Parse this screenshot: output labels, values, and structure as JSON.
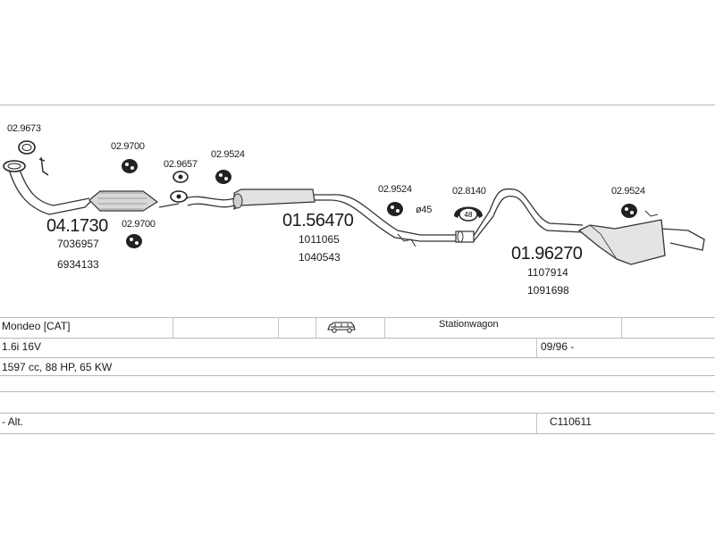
{
  "diagram": {
    "labels": {
      "p_029673": "02.9673",
      "p_029700_top": "02.9700",
      "p_029657": "02.9657",
      "p_029524_a": "02.9524",
      "p_029524_b": "02.9524",
      "p_028140": "02.8140",
      "p_029524_c": "02.9524",
      "p_029700_bottom": "02.9700",
      "size_45": "ø45"
    },
    "main_parts": [
      {
        "number": "04.1730",
        "refs": [
          "7036957",
          "6934133"
        ]
      },
      {
        "number": "01.56470",
        "refs": [
          "1011065",
          "1040543"
        ]
      },
      {
        "number": "01.96270",
        "refs": [
          "1107914",
          "1091698"
        ]
      }
    ],
    "hanger_label": "48"
  },
  "vehicle": {
    "model": "Mondeo  [CAT]",
    "body_icon": "station-wagon-icon",
    "body_type": "Stationwagon",
    "engine": "1.6i 16V",
    "date_range": "09/96 -",
    "specs": "1597 cc, 88 HP, 65 KW",
    "note": "- Alt.",
    "code": "C110611"
  }
}
